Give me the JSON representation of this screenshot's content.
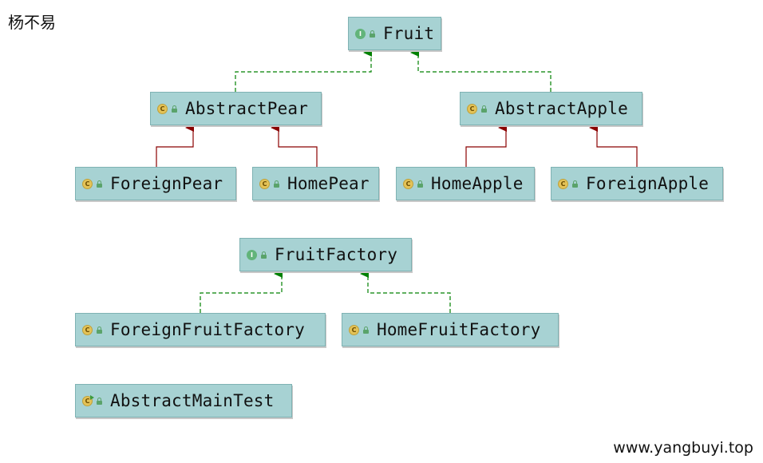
{
  "author": "杨不易",
  "watermark": "www.yangbuyi.top",
  "colors": {
    "node_fill": "#a7d2d3",
    "implements_edge": "#008000",
    "extends_edge": "#8b0000"
  },
  "nodes": {
    "fruit": {
      "label": "Fruit",
      "kind": "interface",
      "badge": "I"
    },
    "abstract_pear": {
      "label": "AbstractPear",
      "kind": "class",
      "badge": "C"
    },
    "abstract_apple": {
      "label": "AbstractApple",
      "kind": "class",
      "badge": "C"
    },
    "foreign_pear": {
      "label": "ForeignPear",
      "kind": "class",
      "badge": "C"
    },
    "home_pear": {
      "label": "HomePear",
      "kind": "class",
      "badge": "C"
    },
    "home_apple": {
      "label": "HomeApple",
      "kind": "class",
      "badge": "C"
    },
    "foreign_apple": {
      "label": "ForeignApple",
      "kind": "class",
      "badge": "C"
    },
    "fruit_factory": {
      "label": "FruitFactory",
      "kind": "interface",
      "badge": "I"
    },
    "foreign_fruit_factory": {
      "label": "ForeignFruitFactory",
      "kind": "class",
      "badge": "C"
    },
    "home_fruit_factory": {
      "label": "HomeFruitFactory",
      "kind": "class",
      "badge": "C"
    },
    "abstract_main_test": {
      "label": "AbstractMainTest",
      "kind": "main-class",
      "badge": "C"
    }
  },
  "edges": [
    {
      "from": "abstract_pear",
      "to": "fruit",
      "type": "implements"
    },
    {
      "from": "abstract_apple",
      "to": "fruit",
      "type": "implements"
    },
    {
      "from": "foreign_pear",
      "to": "abstract_pear",
      "type": "extends"
    },
    {
      "from": "home_pear",
      "to": "abstract_pear",
      "type": "extends"
    },
    {
      "from": "home_apple",
      "to": "abstract_apple",
      "type": "extends"
    },
    {
      "from": "foreign_apple",
      "to": "abstract_apple",
      "type": "extends"
    },
    {
      "from": "foreign_fruit_factory",
      "to": "fruit_factory",
      "type": "implements"
    },
    {
      "from": "home_fruit_factory",
      "to": "fruit_factory",
      "type": "implements"
    }
  ]
}
